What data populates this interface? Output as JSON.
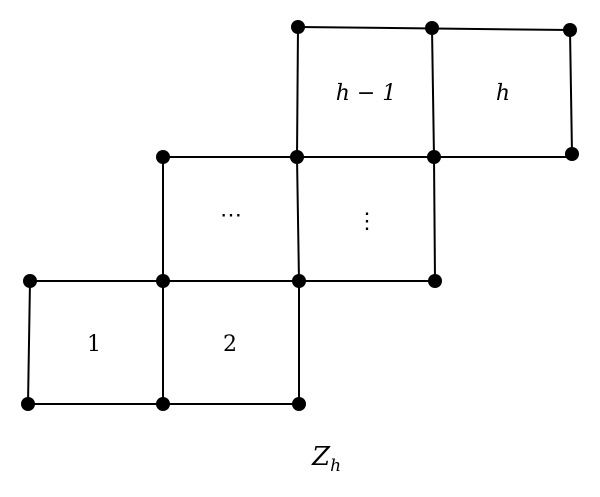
{
  "figure": {
    "caption_main": "Z",
    "caption_sub": "h",
    "cell_labels": {
      "cell1": "1",
      "cell2": "2",
      "cell_h_minus_1": "h − 1",
      "cell_h": "h"
    },
    "ellipsis_horizontal": "⋯",
    "ellipsis_vertical": "⋮",
    "colors": {
      "line": "#000000",
      "vertex": "#000000",
      "background": "#ffffff"
    }
  }
}
